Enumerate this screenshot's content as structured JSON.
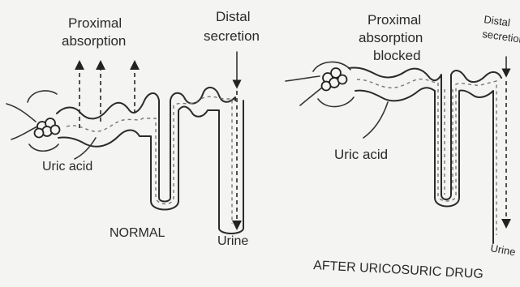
{
  "normal": {
    "arrow_label_line1": "Proximal",
    "arrow_label_line2": "absorption",
    "secretion_line1": "Distal",
    "secretion_line2": "secretion",
    "uric_acid": "Uric acid",
    "urine": "Urine",
    "caption": "NORMAL"
  },
  "after": {
    "label_line1": "Proximal",
    "label_line2": "absorption",
    "label_line3": "blocked",
    "secretion_line1": "Distal",
    "secretion_line2": "secretion",
    "uric_acid": "Uric acid",
    "urine": "Urine",
    "caption": "AFTER URICOSURIC DRUG"
  },
  "colors": {
    "background": "#f4f4f2",
    "ink": "#2b2b2b"
  }
}
